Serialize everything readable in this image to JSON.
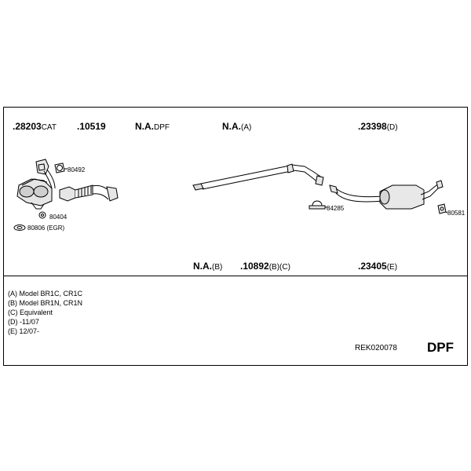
{
  "parts_top": [
    {
      "code": ".28203",
      "suffix": "CAT"
    },
    {
      "code": ".10519",
      "suffix": ""
    },
    {
      "code": "N.A.",
      "suffix": "DPF"
    },
    {
      "code": "N.A.",
      "suffix": "(A)"
    },
    {
      "code": ".23398",
      "suffix": "(D)"
    }
  ],
  "parts_bottom": [
    {
      "code": "N.A.",
      "suffix": "(B)"
    },
    {
      "code": ".10892",
      "suffix": "(B)(C)"
    },
    {
      "code": ".23405",
      "suffix": "(E)"
    }
  ],
  "accessories": {
    "a80492": "80492",
    "a80404": "80404",
    "a80806": "80806 (EGR)",
    "a84285": "84285",
    "a80581": "80581"
  },
  "notes": [
    "(A) Model BR1C, CR1C",
    "(B) Model BR1N, CR1N",
    "(C) Equivalent",
    "(D) -11/07",
    "(E) 12/07-"
  ],
  "reference": "REK020078",
  "badge": "DPF"
}
